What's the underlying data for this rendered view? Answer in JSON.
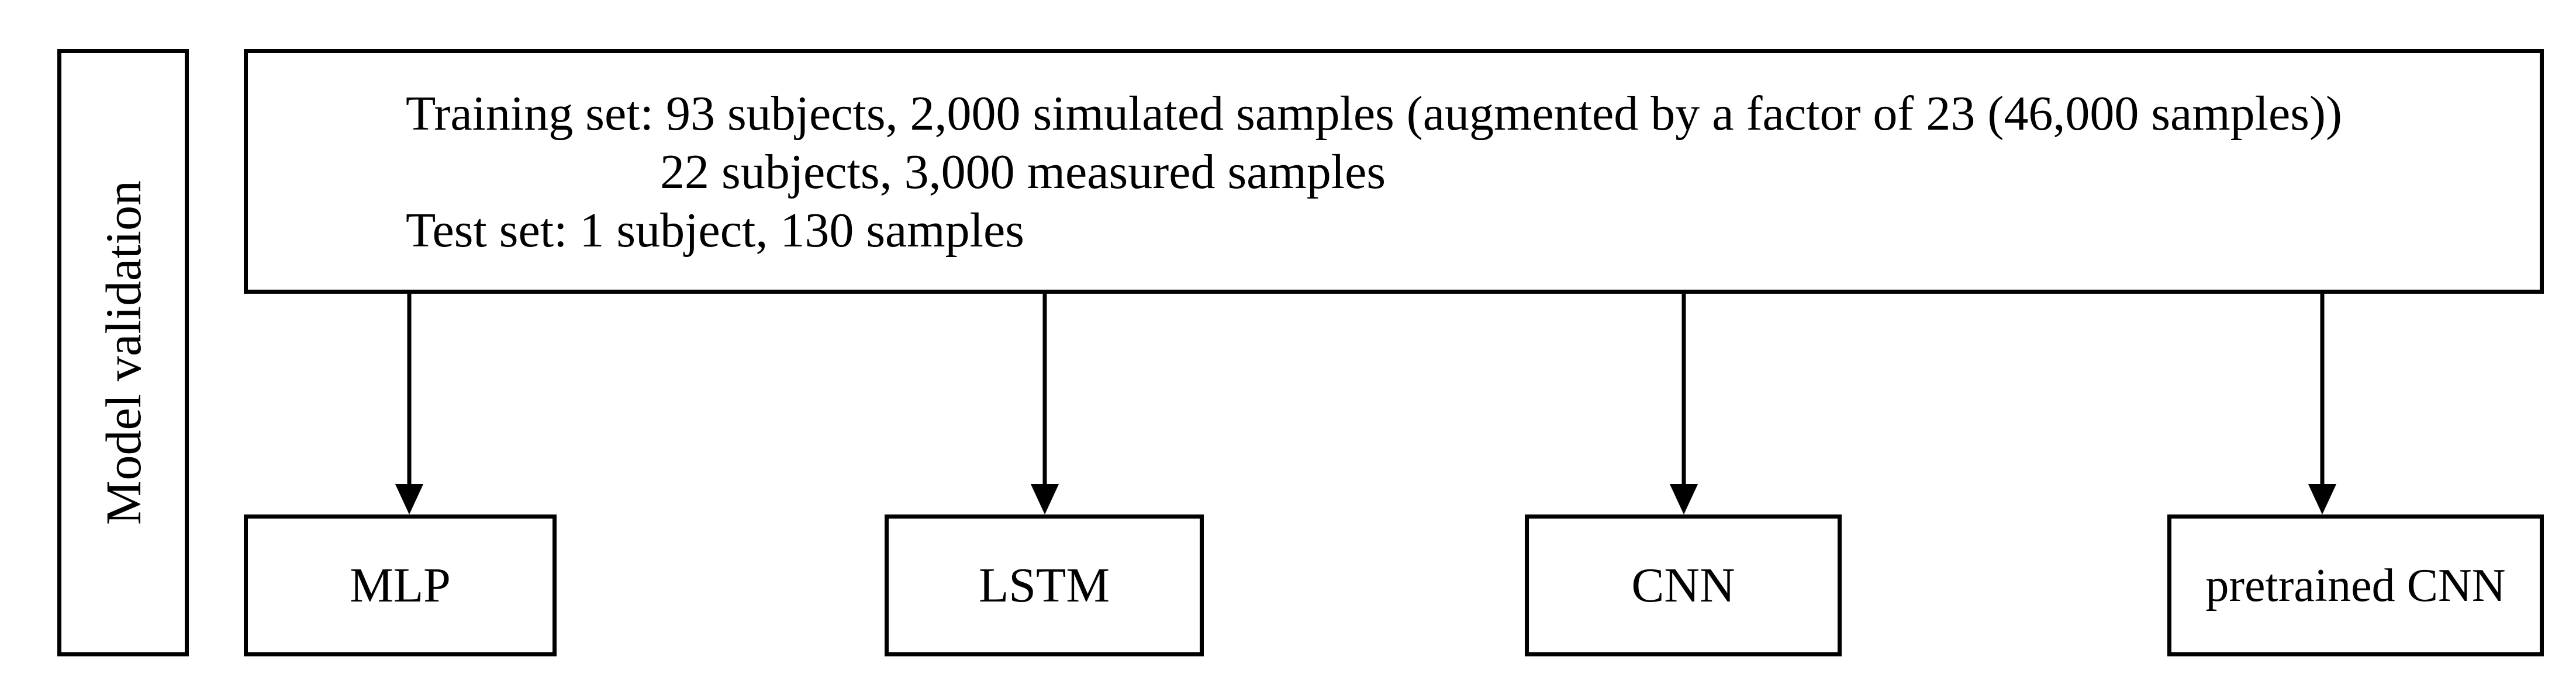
{
  "side_label": "Model validation",
  "data_box": {
    "line1": "Training set: 93 subjects, 2,000 simulated samples (augmented by a factor of 23 (46,000 samples))",
    "line2": "22 subjects, 3,000 measured samples",
    "line3": "Test set: 1 subject, 130 samples"
  },
  "models": [
    "MLP",
    "LSTM",
    "CNN",
    "pretrained CNN"
  ],
  "colors": {
    "stroke": "#000000",
    "background": "#ffffff"
  }
}
